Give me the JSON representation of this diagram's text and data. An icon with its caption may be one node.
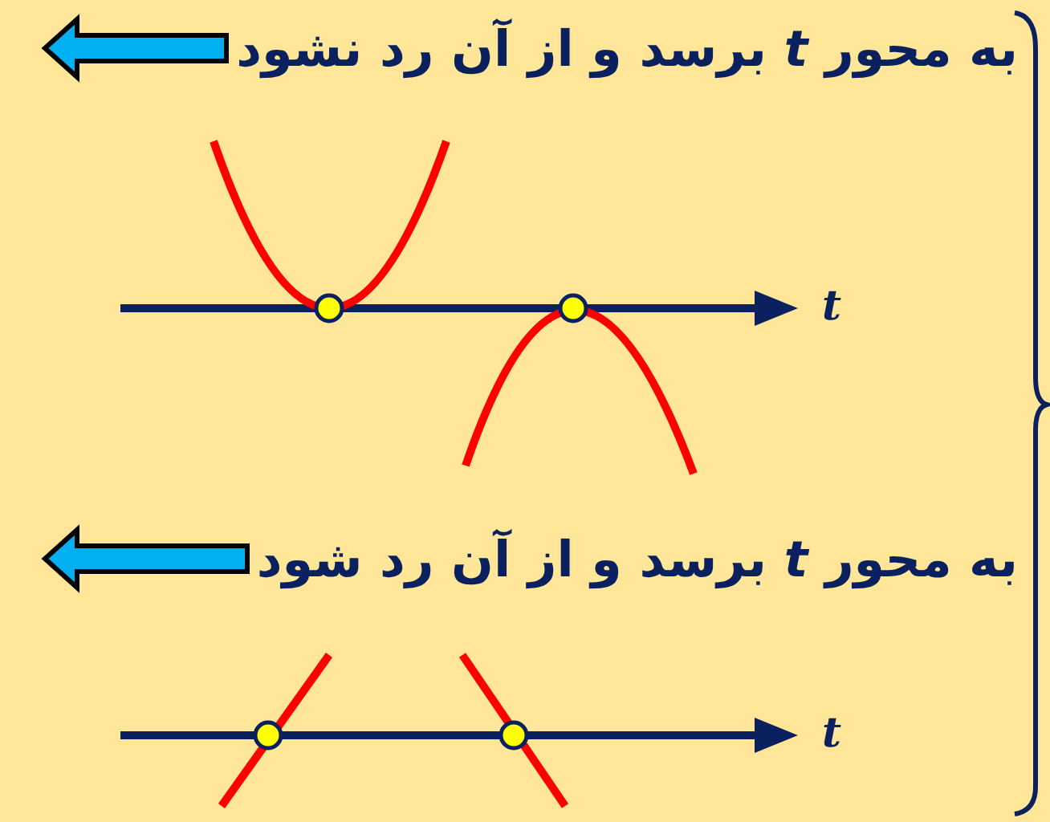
{
  "diagram": {
    "nodes": [
      {
        "text": [
          "به محور *t* برسد و از آن رد نشود"
        ]
      },
      {
        "text": [
          "به محور *t* برسد و از آن رد شود"
        ]
      }
    ],
    "edges": [
      {
        "from": 0,
        "to": null,
        "arrow": "to"
      },
      {
        "from": 1,
        "to": null,
        "arrow": "to"
      }
    ],
    "labels": [
      "t",
      "t"
    ]
  }
}
